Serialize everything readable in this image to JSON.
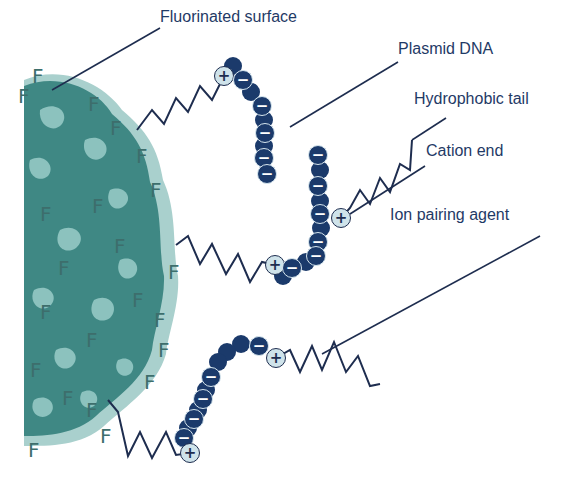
{
  "diagram": {
    "nodes": [
      {
        "text": [
          "+"
        ]
      },
      {
        "text": [
          "−"
        ]
      },
      {
        "text": [
          "−"
        ]
      },
      {
        "text": [
          "−"
        ]
      },
      {
        "text": [
          "−"
        ]
      },
      {
        "text": [
          "−"
        ]
      },
      {
        "text": [
          "−"
        ]
      },
      {
        "text": [
          "−"
        ]
      },
      {
        "text": [
          "−"
        ]
      },
      {
        "text": [
          "+"
        ]
      },
      {
        "text": [
          "−"
        ]
      },
      {
        "text": [
          "−"
        ]
      },
      {
        "text": [
          "+"
        ]
      },
      {
        "text": [
          "−"
        ]
      },
      {
        "text": [
          "−"
        ]
      },
      {
        "text": [
          "+"
        ]
      },
      {
        "text": [
          "−"
        ]
      },
      {
        "text": [
          "−"
        ]
      },
      {
        "text": [
          "−"
        ]
      },
      {
        "text": [
          "−"
        ]
      },
      {
        "text": [
          "+"
        ]
      }
    ],
    "labels": [
      "Fluorinated surface",
      "Plasmid DNA",
      "Hydrophobic tail",
      "Cation end",
      "Ion pairing agent",
      "F",
      "F",
      "F",
      "F",
      "F",
      "F",
      "F",
      "F",
      "F",
      "F",
      "F",
      "F",
      "F",
      "F",
      "F",
      "F",
      "F",
      "F",
      "F",
      "F",
      "F",
      "F"
    ]
  }
}
